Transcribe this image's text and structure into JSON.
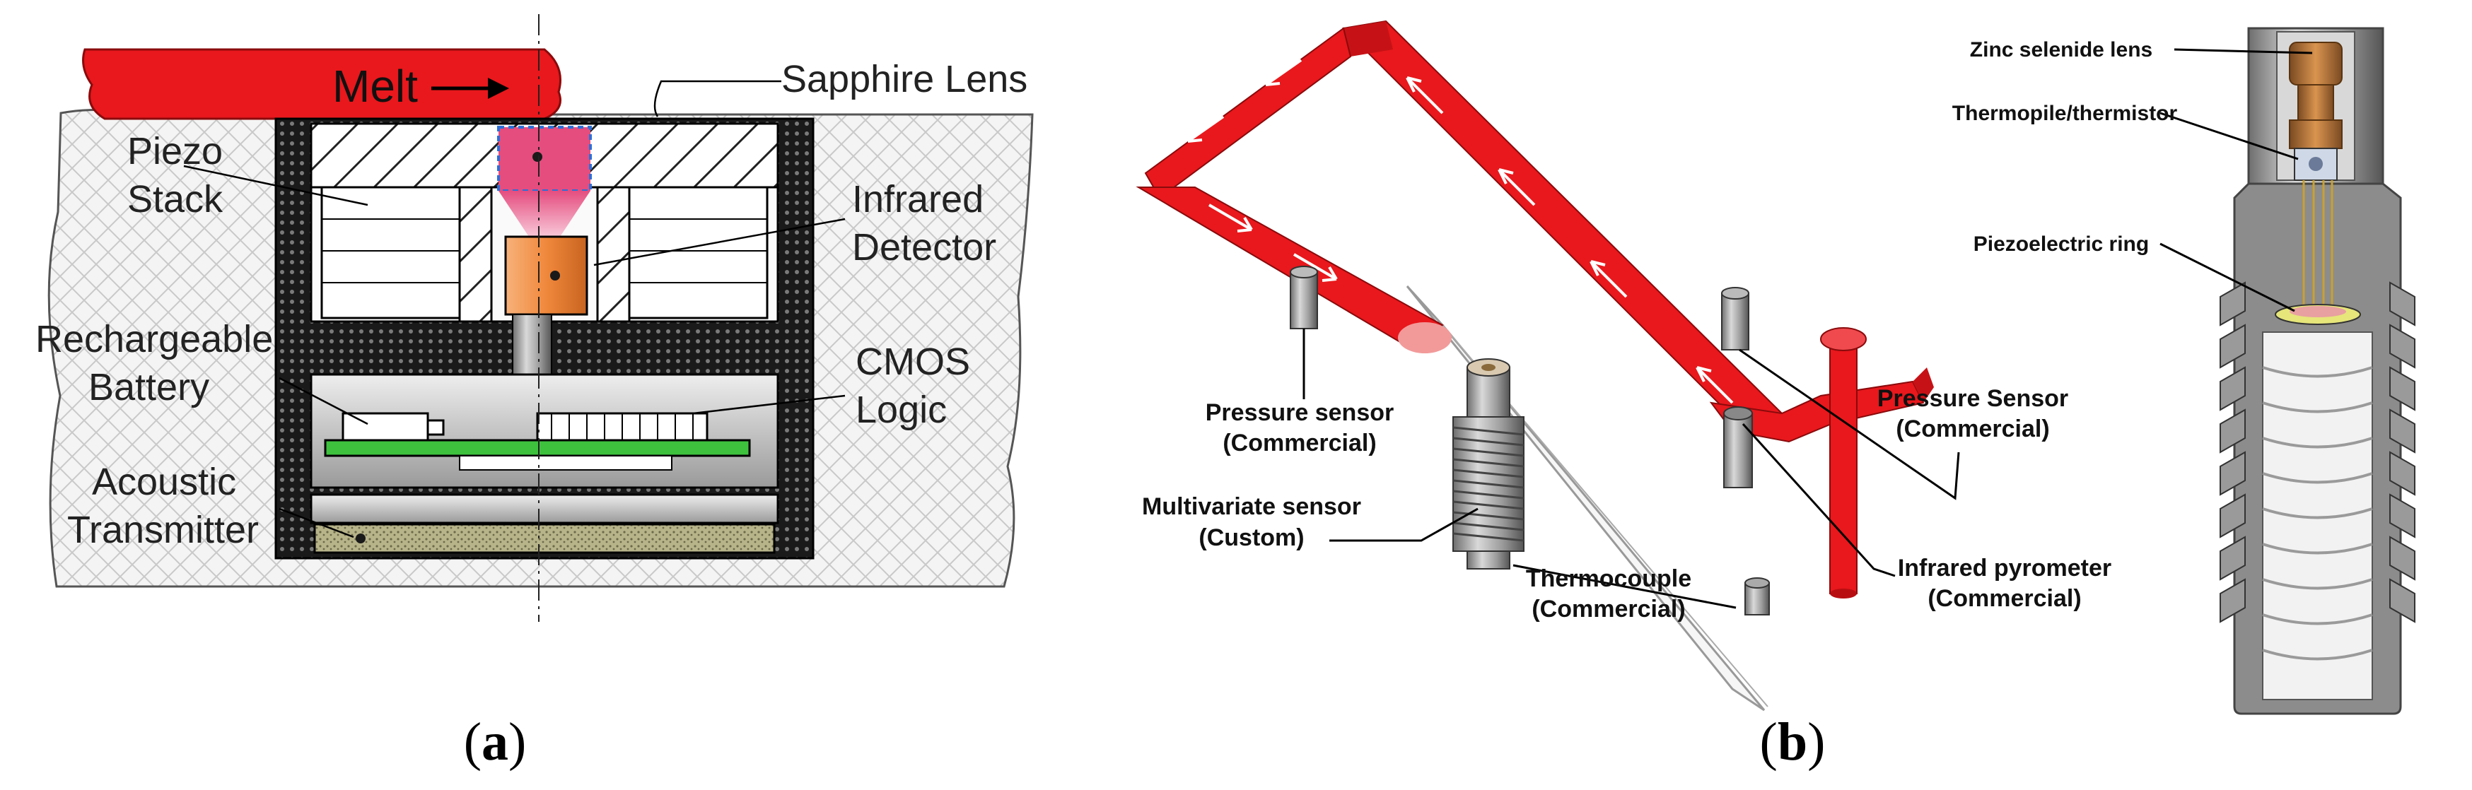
{
  "panel_a": {
    "labels": {
      "melt": "Melt",
      "sapphire_lens": "Sapphire Lens",
      "piezo_line1": "Piezo",
      "piezo_line2": "Stack",
      "infrared_line1": "Infrared",
      "infrared_line2": "Detector",
      "battery_line1": "Rechargeable",
      "battery_line2": "Battery",
      "cmos_line1": "CMOS",
      "cmos_line2": "Logic",
      "acoustic_line1": "Acoustic",
      "acoustic_line2": "Transmitter"
    },
    "caption_open": "(",
    "caption_letter": "a",
    "caption_close": ")"
  },
  "panel_b": {
    "labels": {
      "pressure_sensor_commercial_left_1": "Pressure sensor",
      "pressure_sensor_commercial_left_2": "(Commercial)",
      "multivariate_1": "Multivariate sensor",
      "multivariate_2": "(Custom)",
      "thermocouple_1": "Thermocouple",
      "thermocouple_2": "(Commercial)",
      "infrared_pyrometer_1": "Infrared pyrometer",
      "infrared_pyrometer_2": "(Commercial)",
      "pressure_sensor_right_1": "Pressure Sensor",
      "pressure_sensor_right_2": "(Commercial)",
      "zinc_selenide": "Zinc selenide lens",
      "thermopile": "Thermopile/thermistor",
      "piezoelectric_ring": "Piezoelectric ring"
    },
    "caption_open": "(",
    "caption_letter": "b",
    "caption_close": ")"
  },
  "colors": {
    "melt_red": "#e8181c",
    "detector_orange": "#f0883c",
    "lens_pink": "#e55a8a",
    "board_green": "#3ec23e",
    "housing_black": "#111111",
    "lens_brown": "#b8733a"
  }
}
